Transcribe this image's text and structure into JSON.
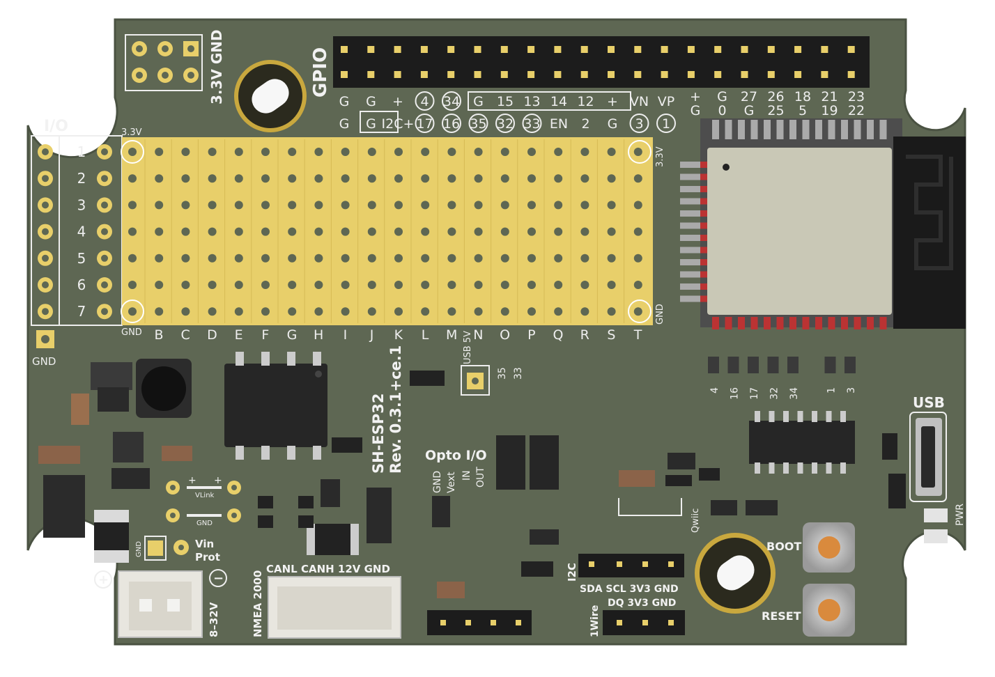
{
  "board": {
    "title": "SH-ESP32",
    "revision": "Rev. 0.3.1+ce.1",
    "colors": {
      "pcb": "#5d6552",
      "silkscreen": "#f2f2f2",
      "pad_gold": "#e8cf6a",
      "header_black": "#1c1c1c"
    }
  },
  "labels": {
    "io": "I/O",
    "gpio": "GPIO",
    "v33_gnd": "3.3V GND",
    "v33_left": "3.3V",
    "v33_right": "3.3V",
    "gnd_proto_left": "GND",
    "gnd_proto_right": "GND",
    "gnd_io": "GND",
    "usb5v": "USB 5V",
    "usb": "USB",
    "pwr": "PWR",
    "boot": "BOOT",
    "reset": "RESET",
    "opto": "Opto I/O",
    "opto_gnd": "GND",
    "opto_vext": "Vext",
    "opto_in": "IN",
    "opto_out": "OUT",
    "vlink": "VLink",
    "gnd_link": "GND",
    "vin_prot_1": "Vin",
    "vin_prot_2": "Prot",
    "gnd_small": "GND",
    "power_plus": "+",
    "power_minus": "−",
    "voltage": "8–32V",
    "nmea": "NMEA 2000",
    "can_header": "CANL CANH 12V GND",
    "i2c": "I2C",
    "i2c_pins": "SDA SCL 3V3 GND",
    "onewire": "1Wire",
    "onewire_pins": "DQ 3V3 GND",
    "qwiic": "Qwiic",
    "pin35": "35",
    "pin33": "33",
    "plus_a": "+",
    "plus_b": "+"
  },
  "gpio_row1": [
    "G",
    "G",
    "+",
    "4",
    "34",
    "G",
    "15",
    "13",
    "14",
    "12",
    "+",
    "VN",
    "VP"
  ],
  "gpio_row2": [
    "G",
    "G",
    "I2C+",
    "17",
    "16",
    "35",
    "32",
    "33",
    "EN",
    "2",
    "G",
    "3",
    "1"
  ],
  "gpio_right_top": [
    "+",
    "G",
    "27",
    "26",
    "18",
    "21",
    "23"
  ],
  "gpio_right_bot": [
    "G",
    "0",
    "G",
    "25",
    "5",
    "19",
    "22"
  ],
  "io_rows": [
    "1",
    "2",
    "3",
    "4",
    "5",
    "6",
    "7"
  ],
  "proto_cols": [
    "B",
    "C",
    "D",
    "E",
    "F",
    "G",
    "H",
    "I",
    "J",
    "K",
    "L",
    "M",
    "N",
    "O",
    "P",
    "Q",
    "R",
    "S",
    "T"
  ],
  "led_labels": [
    "4",
    "16",
    "17",
    "32",
    "34",
    "1",
    "3"
  ]
}
